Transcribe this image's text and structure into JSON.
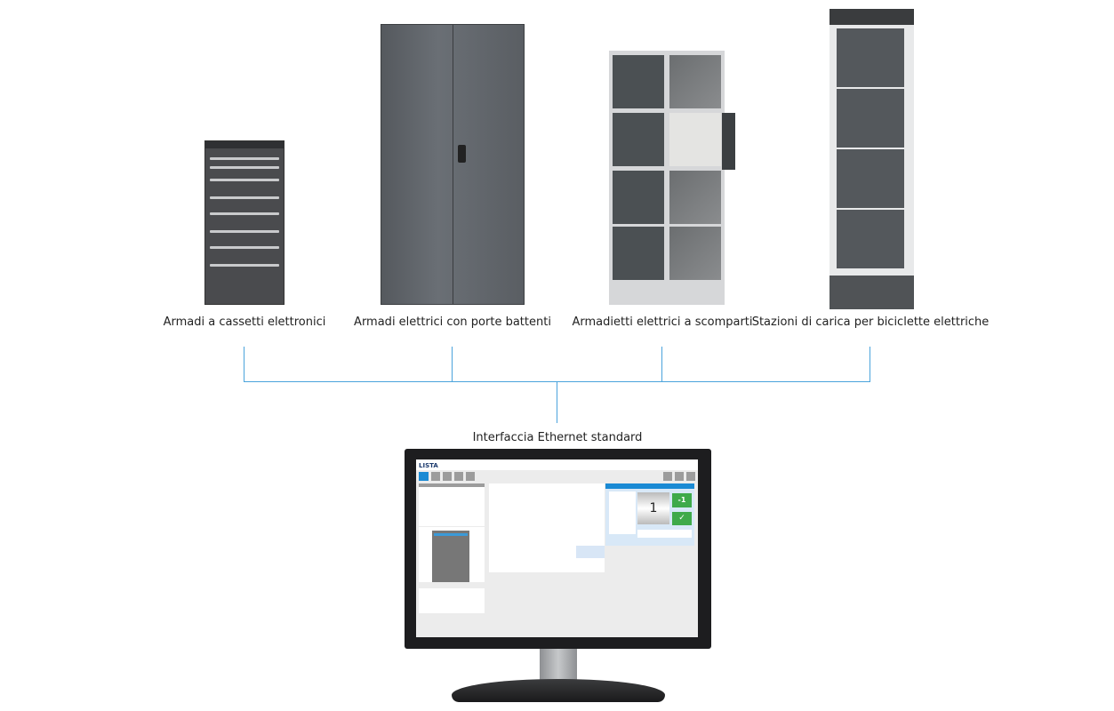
{
  "products": [
    {
      "label": "Armadi a cassetti elettronici"
    },
    {
      "label": "Armadi elettrici con porte battenti"
    },
    {
      "label": "Armadietti elettrici a scomparti"
    },
    {
      "label": "Stazioni di carica per biciclette elettriche"
    }
  ],
  "interface_label": "Interfaccia Ethernet standard",
  "screen": {
    "brand": "LISTA",
    "quantity": "1",
    "minus_button": "-1",
    "confirm_icon": "check-icon"
  },
  "colors": {
    "connector": "#4aa3dc",
    "accent": "#1a8ad4",
    "success": "#3faa4a"
  }
}
